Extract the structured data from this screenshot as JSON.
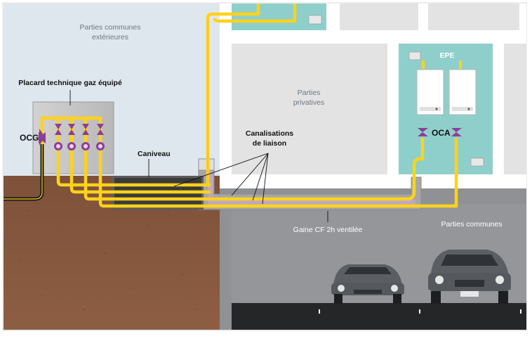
{
  "labels": {
    "exterior_line1": "Parties communes",
    "exterior_line2": "extérieures",
    "cabinet": "Placard technique gaz équipé",
    "ocg": "OCG",
    "caniveau": "Caniveau",
    "canalisations_line1": "Canalisations",
    "canalisations_line2": "de liaison",
    "privatives_line1": "Parties",
    "privatives_line2": "privatives",
    "epe": "EPE",
    "oca": "OCA",
    "gaine": "Gaine CF 2h ventilée",
    "communes": "Parties communes"
  },
  "colors": {
    "pipe": "#ffd21a",
    "sky": "#dfe7ee",
    "soil": "#8a5a3f",
    "teal": "#8fcfcb",
    "garage": "#8f9194",
    "cabinet": "#c9c9c9",
    "valve": "#8b3f96"
  }
}
